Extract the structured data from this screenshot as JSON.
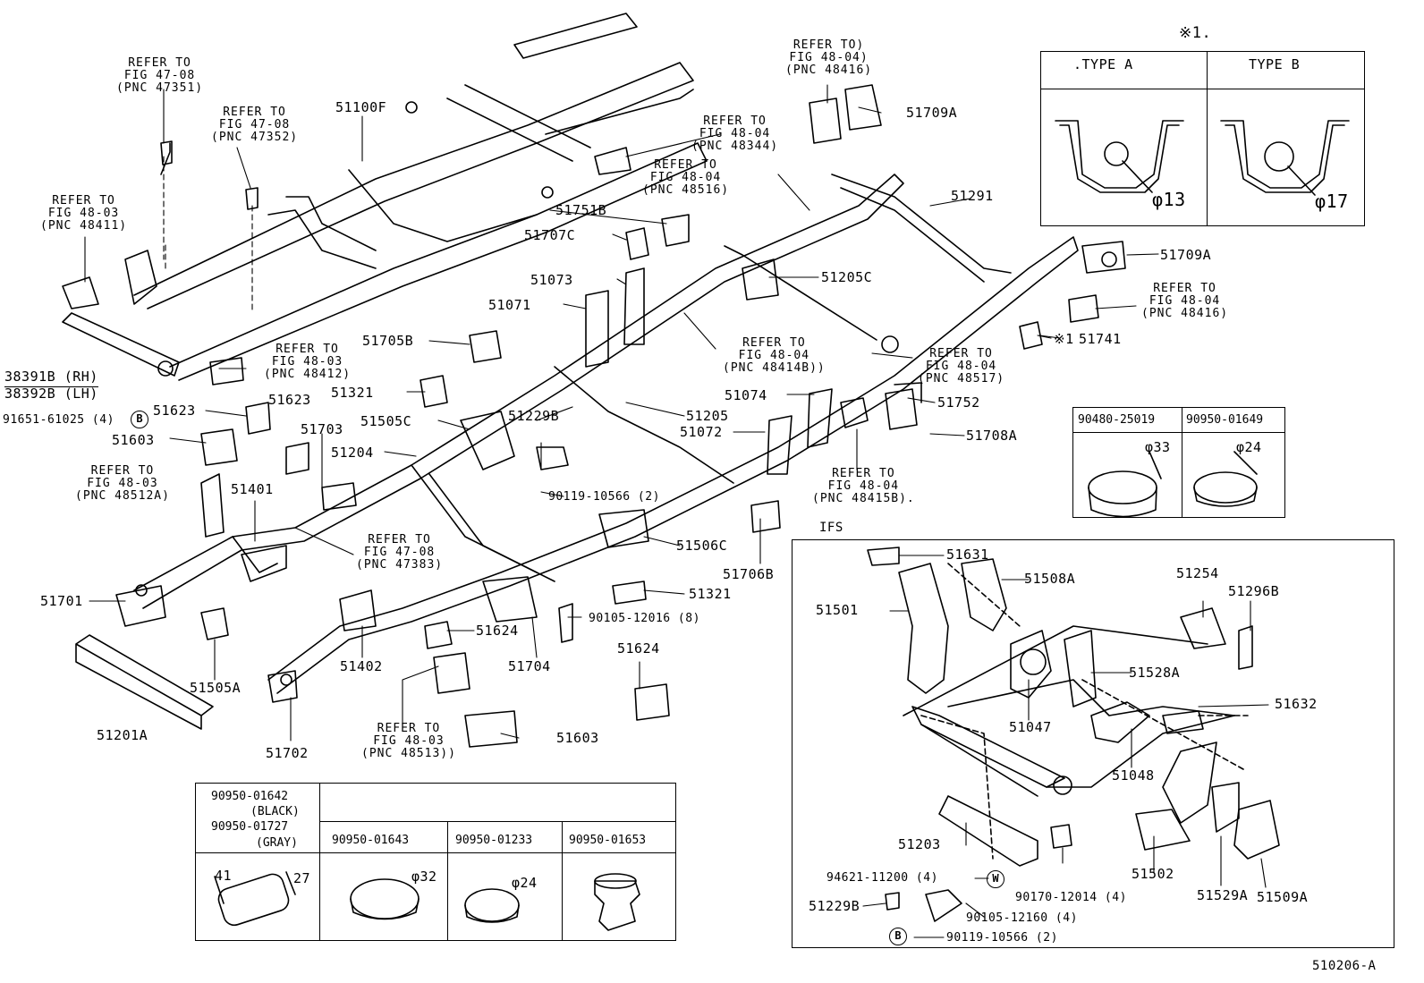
{
  "figure_code": "510206-A",
  "part_labels": {
    "p51100F": "51100F",
    "p51709A_top": "51709A",
    "p51291": "51291",
    "p51709A_right": "51709A",
    "p51751B": "51751B",
    "p51707C": "51707C",
    "p51205C": "51205C",
    "p51073": "51073",
    "p51071": "51071",
    "p51705B": "51705B",
    "p51741": "51741",
    "p51741_mark": "※1",
    "p38391B": "38391B (RH)",
    "p38392B": "38392B (LH)",
    "p51321_a": "51321",
    "p51074": "51074",
    "p51752": "51752",
    "p91651": "91651-61025 (4)",
    "p51623_a": "51623",
    "p51623_b": "51623",
    "p51505C": "51505C",
    "p51229B": "51229B",
    "p51205": "51205",
    "p51072": "51072",
    "p51708A": "51708A",
    "p51603_a": "51603",
    "p51703": "51703",
    "p51204": "51204",
    "p90119_a": "90119-10566 (2)",
    "p51401": "51401",
    "p51506C": "51506C",
    "p51706B": "51706B",
    "p51701": "51701",
    "p51321_b": "51321",
    "p90105_a": "90105-12016 (8)",
    "p51624_a": "51624",
    "p51624_b": "51624",
    "p51704": "51704",
    "p51402": "51402",
    "p51505A": "51505A",
    "p51201A": "51201A",
    "p51702": "51702",
    "p51603_b": "51603"
  },
  "callout_letters": {
    "b1": "B",
    "w1": "W",
    "b2": "B"
  },
  "refer_notes": {
    "r47351": "REFER TO\nFIG 47-08\n(PNC 47351)",
    "r47352": "REFER TO\nFIG 47-08\n(PNC 47352)",
    "r48411": "REFER TO\nFIG 48-03\n(PNC 48411)",
    "r48416_top": "REFER TO)\nFIG 48-04)\n(PNC 48416)",
    "r48344": "REFER TO\nFIG 48-04\n(PNC 48344)",
    "r48516": "REFER TO\nFIG 48-04\n(PNC 48516)",
    "r48416_right": "REFER TO\nFIG 48-04\n(PNC 48416)",
    "r48414B": "REFER TO\nFIG 48-04\n(PNC 48414B))",
    "r48517": "REFER TO\nFIG 48-04\n(PNC 48517)",
    "r48412": "REFER TO\nFIG 48-03\n(PNC 48412)",
    "r48415B": "REFER TO\nFIG 48-04\n(PNC 48415B).",
    "r48512A": "REFER TO\nFIG 48-03\n(PNC 48512A)",
    "r47383": "REFER TO\nFIG 47-08\n(PNC 47383)",
    "r48513": "REFER TO\nFIG 48-03\n(PNC 48513))"
  },
  "type_box": {
    "mark": "※1.",
    "type_a": ".TYPE A",
    "type_b": "TYPE B",
    "dia_a": "φ13",
    "dia_b": "φ17"
  },
  "plug_table_right": {
    "col1": "90480-25019",
    "col2": "90950-01649",
    "dia1": "φ33",
    "dia2": "φ24"
  },
  "plug_table_bottom": {
    "col1_line1": "90950-01642",
    "col1_line2": "(BLACK)",
    "col1_line3": "90950-01727",
    "col1_line4": "(GRAY)",
    "col2": "90950-01643",
    "col3": "90950-01233",
    "col4": "90950-01653",
    "dim41": "41",
    "dim27": "27",
    "dim32": "φ32",
    "dim24": "φ24"
  },
  "ifs": {
    "title": "IFS",
    "labels": {
      "p51631": "51631",
      "p51508A": "51508A",
      "p51254": "51254",
      "p51296B": "51296B",
      "p51501": "51501",
      "p51528A": "51528A",
      "p51632": "51632",
      "p51047": "51047",
      "p51048": "51048",
      "p51203": "51203",
      "p94621": "94621-11200 (4)",
      "p90170": "90170-12014 (4)",
      "p51502": "51502",
      "p51529A": "51529A",
      "p51509A": "51509A",
      "p51229B": "51229B",
      "p90105": "90105-12160 (4)",
      "p90119": "90119-10566 (2)"
    }
  }
}
